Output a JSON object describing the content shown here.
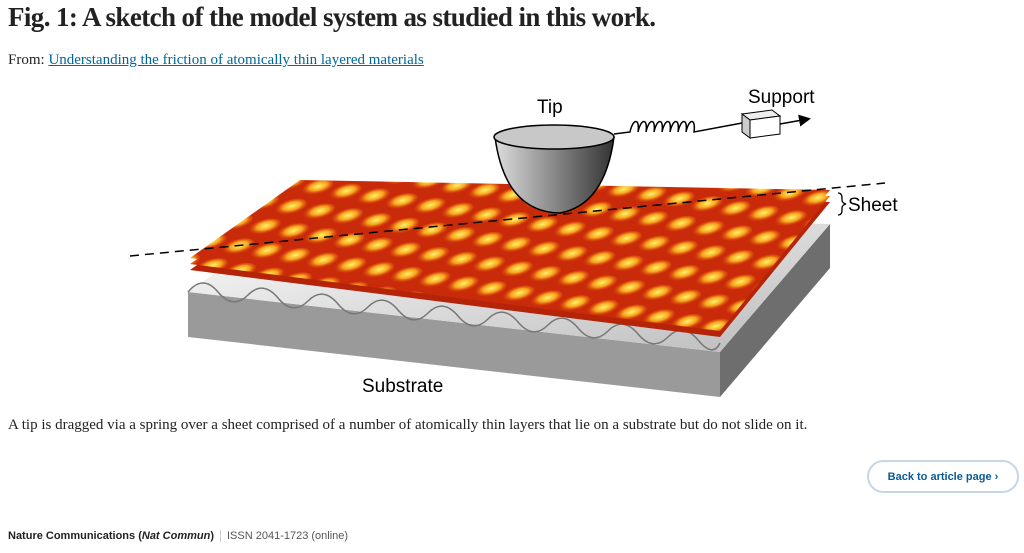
{
  "title": "Fig. 1: A sketch of the model system as studied in this work.",
  "from_label": "From:",
  "article_link": "Understanding the friction of atomically thin layered materials",
  "figure_labels": {
    "tip": "Tip",
    "support": "Support",
    "sheet": "Sheet",
    "substrate": "Substrate"
  },
  "caption": "A tip is dragged via a spring over a sheet comprised of a number of atomically thin layers that lie on a substrate but do not slide on it.",
  "back_button": "Back to article page",
  "back_icon": "chevron-right-icon",
  "footer": {
    "journal": "Nature Communications",
    "abbrev_open": " (",
    "abbrev": "Nat Commun",
    "abbrev_close": ")",
    "issn": "ISSN 2041-1723 (online)"
  }
}
